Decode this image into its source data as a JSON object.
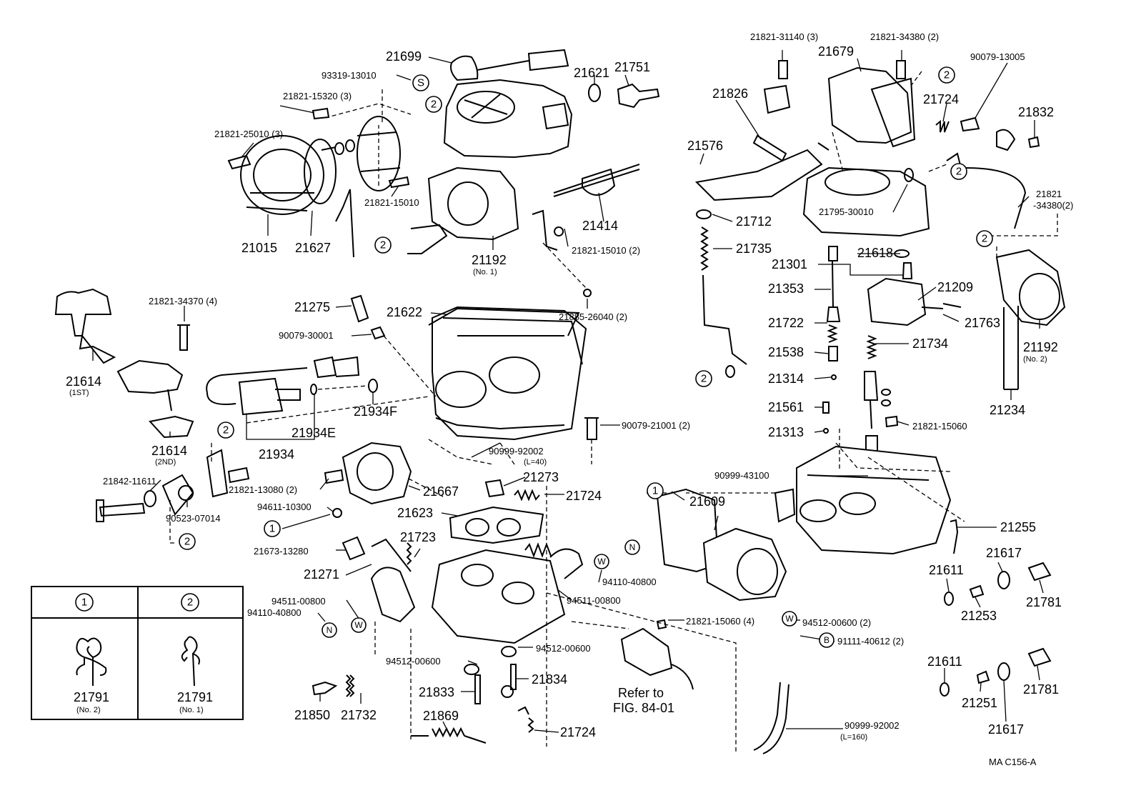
{
  "labels": {
    "p21699": "21699",
    "p93319": "93319-13010",
    "p21821_15320": "21821-15320 (3)",
    "p21821_25010": "21821-25010 (3)",
    "p21621": "21621",
    "p21751": "21751",
    "p21821_15010a": "21821-15010",
    "p21015": "21015",
    "p21627": "21627",
    "p21192a": "21192",
    "p21192a_sub": "(No. 1)",
    "p21414": "21414",
    "p21821_15010b": "21821-15010 (2)",
    "p21885": "21885-26040 (2)",
    "p21821_34370": "21821-34370 (4)",
    "p21275": "21275",
    "p21622": "21622",
    "p90079_30001": "90079-30001",
    "p21614a": "21614",
    "p21614a_sub": "(1ST)",
    "p21614b": "21614",
    "p21614b_sub": "(2ND)",
    "p21934E": "21934E",
    "p21934F": "21934F",
    "p21934": "21934",
    "p90079_21001": "90079-21001 (2)",
    "p90999_92002a": "90999-92002",
    "p90999_92002a_sub": "(L=40)",
    "p21842": "21842-11611",
    "p21821_13080": "21821-13080 (2)",
    "p21667": "21667",
    "p21273": "21273",
    "p90523": "90523-07014",
    "p94611": "94611-10300",
    "p21724a": "21724",
    "p21623": "21623",
    "p21673": "21673-13280",
    "p21723": "21723",
    "p21271": "21271",
    "p94511a": "94511-00800",
    "p94110a": "94110-40800",
    "p94110b": "94110-40800",
    "p94511b": "94511-00800",
    "p21821_15060b": "21821-15060 (4)",
    "p94512a": "94512-00600 (2)",
    "p91111": "91111-40612 (2)",
    "p94512b": "94512-00600",
    "p94512c": "94512-00600",
    "p21834": "21834",
    "p21833": "21833",
    "p21850": "21850",
    "p21732": "21732",
    "p21869": "21869",
    "p21724b": "21724",
    "refer1": "Refer to",
    "refer2": "FIG. 84-01",
    "p90999_92002b": "90999-92002",
    "p90999_92002b_sub": "(L=160)",
    "p21821_31140": "21821-31140 (3)",
    "p21821_34380a": "21821-34380 (2)",
    "p21679": "21679",
    "p90079_13005": "90079-13005",
    "p21826": "21826",
    "p21724c": "21724",
    "p21832": "21832",
    "p21576": "21576",
    "p21821_34380b1": "21821",
    "p21821_34380b2": "-34380(2)",
    "p21795": "21795-30010",
    "p21712": "21712",
    "p21735": "21735",
    "p21301": "21301",
    "p21618": "21618",
    "p21353": "21353",
    "p21209": "21209",
    "p21722": "21722",
    "p21763": "21763",
    "p21192b": "21192",
    "p21192b_sub": "(No. 2)",
    "p21538": "21538",
    "p21734": "21734",
    "p21314": "21314",
    "p21561": "21561",
    "p21313": "21313",
    "p21821_15060a": "21821-15060",
    "p21234": "21234",
    "p90999_43100": "90999-43100",
    "p21609": "21609",
    "p21255": "21255",
    "p21611a": "21611",
    "p21617a": "21617",
    "p21253": "21253",
    "p21781a": "21781",
    "p21611b": "21611",
    "p21251": "21251",
    "p21781b": "21781",
    "p21617b": "21617",
    "diagram_code": "MA C156-A"
  },
  "callout_symbols": {
    "one": "1",
    "two": "2",
    "S": "S",
    "W": "W",
    "N": "N",
    "B": "B"
  },
  "legend": {
    "col1_header": "1",
    "col2_header": "2",
    "col1_part": "21791",
    "col1_sub": "(No. 2)",
    "col2_part": "21791",
    "col2_sub": "(No. 1)"
  }
}
